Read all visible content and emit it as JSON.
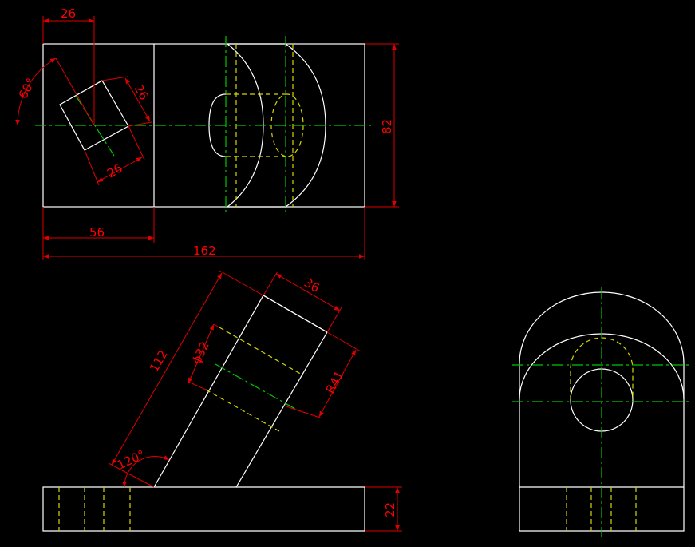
{
  "drawing": {
    "background_color": "#000000",
    "colors": {
      "outline": "#ffffff",
      "hidden": "#d6d600",
      "center": "#00c800",
      "dimension": "#e00000"
    },
    "top_view": {
      "dim_slot_offset": "26",
      "dim_angle": "60°",
      "dim_slot_width": "26",
      "dim_slot_length": "26",
      "dim_height": "82",
      "dim_block_width": "56",
      "dim_total_width": "162"
    },
    "front_view": {
      "dim_arm_length": "112",
      "dim_arm_width": "36",
      "dim_bore": "ϕ32",
      "dim_radius": "R41",
      "dim_angle": "120°",
      "dim_base_height": "22"
    }
  }
}
